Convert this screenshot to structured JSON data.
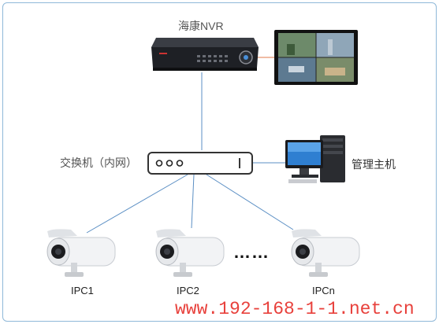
{
  "nvr": {
    "label": "海康NVR"
  },
  "switch": {
    "label": "交换机（内网）"
  },
  "host": {
    "label": "管理主机"
  },
  "cameras": [
    {
      "label": "IPC1"
    },
    {
      "label": "IPC2"
    },
    {
      "label": "IPCn"
    }
  ],
  "ellipsis": "……",
  "watermark": "www.192-168-1-1.net.cn",
  "colors": {
    "frame": "#8fb8d8",
    "link_line": "#5b8fc4",
    "nvr_monitor_line": "#e07a4a",
    "watermark": "#e8413c"
  }
}
